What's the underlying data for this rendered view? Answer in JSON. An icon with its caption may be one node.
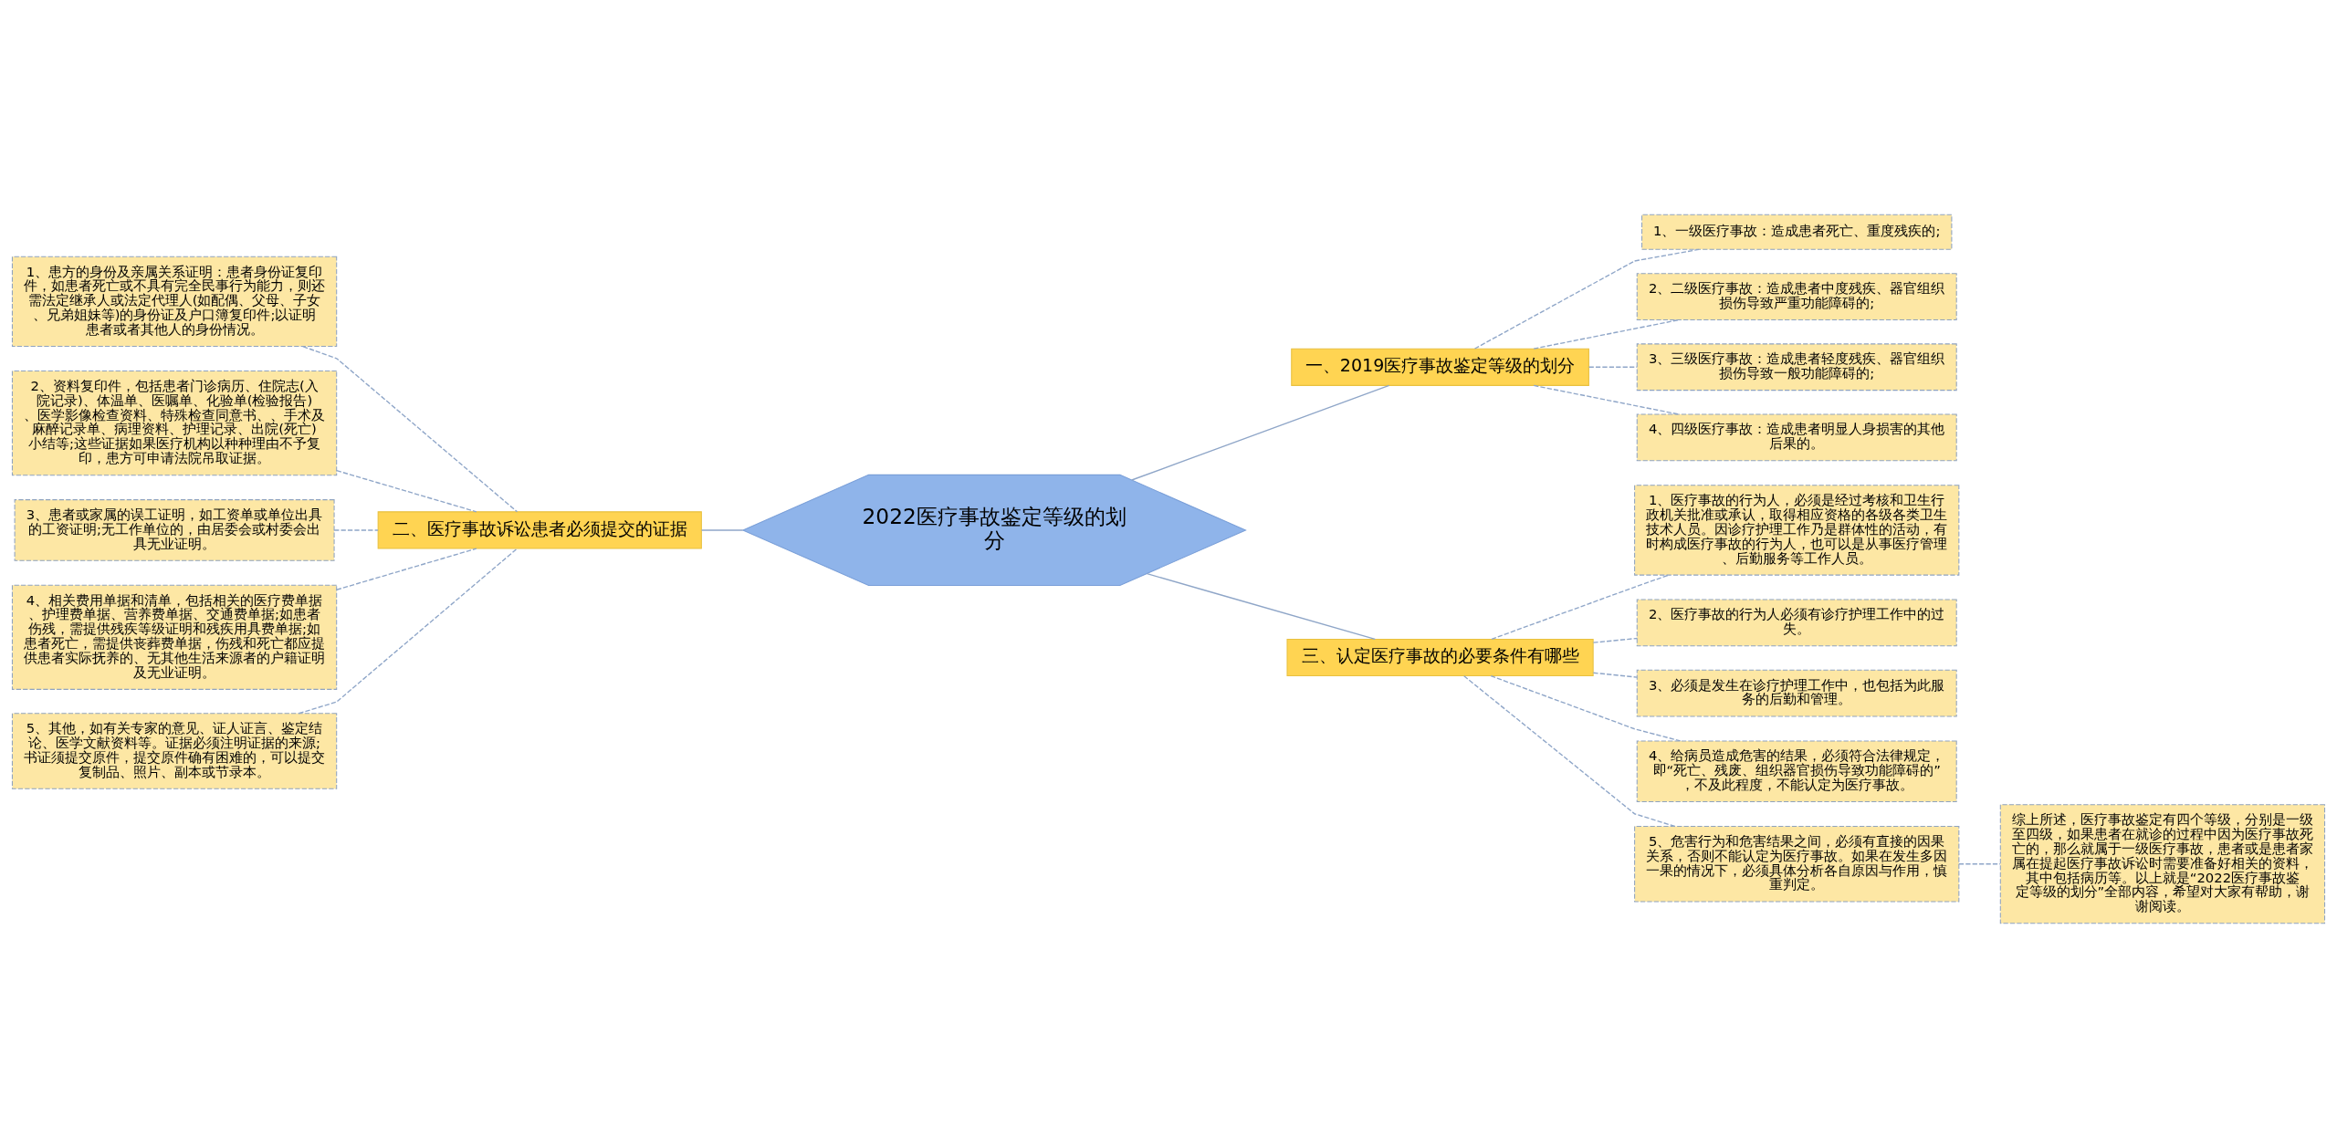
{
  "diagram": {
    "nodes": [
      {
        "text": [
          "2022医疗事故鉴定等级的划分"
        ]
      },
      {
        "text": [
          "一、2019医疗事故鉴定等级的划分"
        ]
      },
      {
        "text": [
          "1、一级医疗事故：造成患者死亡、重度残疾的;"
        ]
      },
      {
        "text": [
          "2、二级医疗事故：造成患者中度残疾、器官组织损伤导致严重功能障碍的;"
        ]
      },
      {
        "text": [
          "3、三级医疗事故：造成患者轻度残疾、器官组织损伤导致一般功能障碍的;"
        ]
      },
      {
        "text": [
          "4、四级医疗事故：造成患者明显人身损害的其他后果的。"
        ]
      },
      {
        "text": [
          "二、医疗事故诉讼患者必须提交的证据"
        ]
      },
      {
        "text": [
          "1、患方的身份及亲属关系证明：患者身份证复印件，如患者死亡或不具有完全民事行为能力，则还需法定继承人或法定代理人(如配偶、父母、子女、兄弟姐妹等)的身份证及户口簿复印件;以证明患者或者其他人的身份情况。"
        ]
      },
      {
        "text": [
          "2、资料复印件，包括患者门诊病历、住院志(入院记录)、体温单、医嘱单、化验单(检验报告)、医学影像检查资料、特殊检查同意书、、手术及麻醉记录单、病理资料、护理记录、出院(死亡)小结等;这些证据如果医疗机构以种种理由不予复印，患方可申请法院吊取证据。"
        ]
      },
      {
        "text": [
          "3、患者或家属的误工证明，如工资单或单位出具的工资证明;无工作单位的，由居委会或村委会出具无业证明。"
        ]
      },
      {
        "text": [
          "4、相关费用单据和清单，包括相关的医疗费单据、护理费单据、营养费单据、交通费单据;如患者伤残，需提供残疾等级证明和残疾用具费单据;如患者死亡，需提供丧葬费单据，伤残和死亡都应提供患者实际抚养的、无其他生活来源者的户籍证明及无业证明。"
        ]
      },
      {
        "text": [
          "5、其他，如有关专家的意见、证人证言、鉴定结论、医学文献资料等。证据必须注明证据的来源;书证须提交原件，提交原件确有困难的，可以提交复制品、照片、副本或节录本。"
        ]
      },
      {
        "text": [
          "三、认定医疗事故的必要条件有哪些"
        ]
      },
      {
        "text": [
          "1、医疗事故的行为人，必须是经过考核和卫生行政机关批准或承认，取得相应资格的各级各类卫生技术人员。因诊疗护理工作乃是群体性的活动，有时构成医疗事故的行为人，也可以是从事医疗管理、后勤服务等工作人员。"
        ]
      },
      {
        "text": [
          "2、医疗事故的行为人必须有诊疗护理工作中的过失。"
        ]
      },
      {
        "text": [
          "3、必须是发生在诊疗护理工作中，也包括为此服务的后勤和管理。"
        ]
      },
      {
        "text": [
          "4、给病员造成危害的结果，必须符合法律规定，即“死亡、残废、组织器官损伤导致功能障碍的”，不及此程度，不能认定为医疗事故。"
        ]
      },
      {
        "text": [
          "5、危害行为和危害结果之间，必须有直接的因果关系，否则不能认定为医疗事故。如果在发生多因一果的情况下，必须具体分析各自原因与作用，慎重判定。"
        ]
      },
      {
        "text": [
          "综上所述，医疗事故鉴定有四个等级，分别是一级至四级，如果患者在就诊的过程中因为医疗事故死亡的，那么就属于一级医疗事故，患者或是患者家属在提起医疗事故诉讼时需要准备好相关的资料，其中包括病历等。以上就是“2022医疗事故鉴定等级的划分”全部内容，希望对大家有帮助，谢谢阅读。"
        ]
      }
    ],
    "edges": [
      {
        "from": 0,
        "to": 1,
        "arrow": "none"
      },
      {
        "from": 1,
        "to": 2,
        "arrow": "none",
        "style": "dashed"
      },
      {
        "from": 1,
        "to": 3,
        "arrow": "none",
        "style": "dashed"
      },
      {
        "from": 1,
        "to": 4,
        "arrow": "none",
        "style": "dashed"
      },
      {
        "from": 1,
        "to": 5,
        "arrow": "none",
        "style": "dashed"
      },
      {
        "from": 0,
        "to": 6,
        "arrow": "none"
      },
      {
        "from": 6,
        "to": 7,
        "arrow": "none",
        "style": "dashed"
      },
      {
        "from": 6,
        "to": 8,
        "arrow": "none",
        "style": "dashed"
      },
      {
        "from": 6,
        "to": 9,
        "arrow": "none",
        "style": "dashed"
      },
      {
        "from": 6,
        "to": 10,
        "arrow": "none",
        "style": "dashed"
      },
      {
        "from": 6,
        "to": 11,
        "arrow": "none",
        "style": "dashed"
      },
      {
        "from": 0,
        "to": 12,
        "arrow": "none"
      },
      {
        "from": 12,
        "to": 13,
        "arrow": "none",
        "style": "dashed"
      },
      {
        "from": 12,
        "to": 14,
        "arrow": "none",
        "style": "dashed"
      },
      {
        "from": 12,
        "to": 15,
        "arrow": "none",
        "style": "dashed"
      },
      {
        "from": 12,
        "to": 16,
        "arrow": "none",
        "style": "dashed"
      },
      {
        "from": 12,
        "to": 17,
        "arrow": "none",
        "style": "dashed"
      },
      {
        "from": 17,
        "to": 18,
        "arrow": "none",
        "style": "dashed"
      }
    ]
  }
}
